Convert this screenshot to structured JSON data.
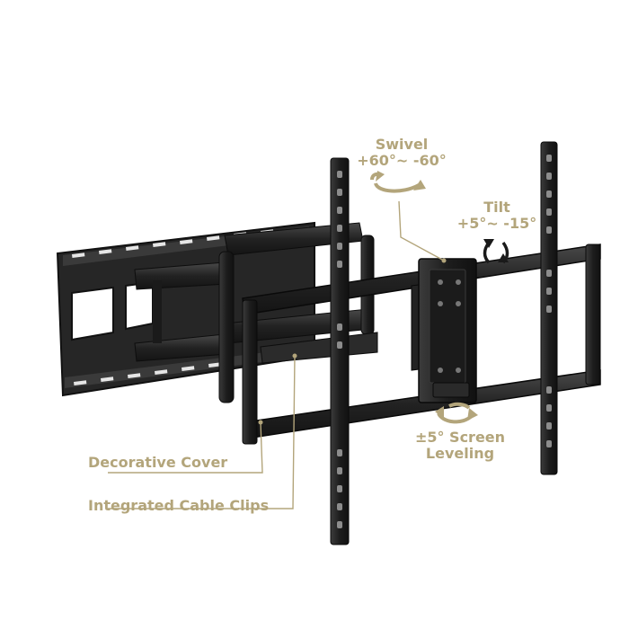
{
  "colors": {
    "label_gold": "#b3a57b",
    "metal_dark": "#1c1c1c",
    "metal_mid": "#2e2e2e",
    "metal_highlight": "#5a5a5a",
    "background": "#ffffff"
  },
  "labels": {
    "swivel_title": "Swivel",
    "swivel_range": "+60°~ -60°",
    "tilt_title": "Tilt",
    "tilt_range": "+5°~ -15°",
    "leveling_line1": "±5° Screen",
    "leveling_line2": "Leveling",
    "decorative_cover": "Decorative Cover",
    "cable_clips": "Integrated Cable Clips"
  },
  "icons": {
    "swivel": "rotate-horizontal-arrows-icon",
    "tilt": "rotate-tilt-arrows-icon",
    "leveling": "rotate-leveling-arrows-icon"
  }
}
